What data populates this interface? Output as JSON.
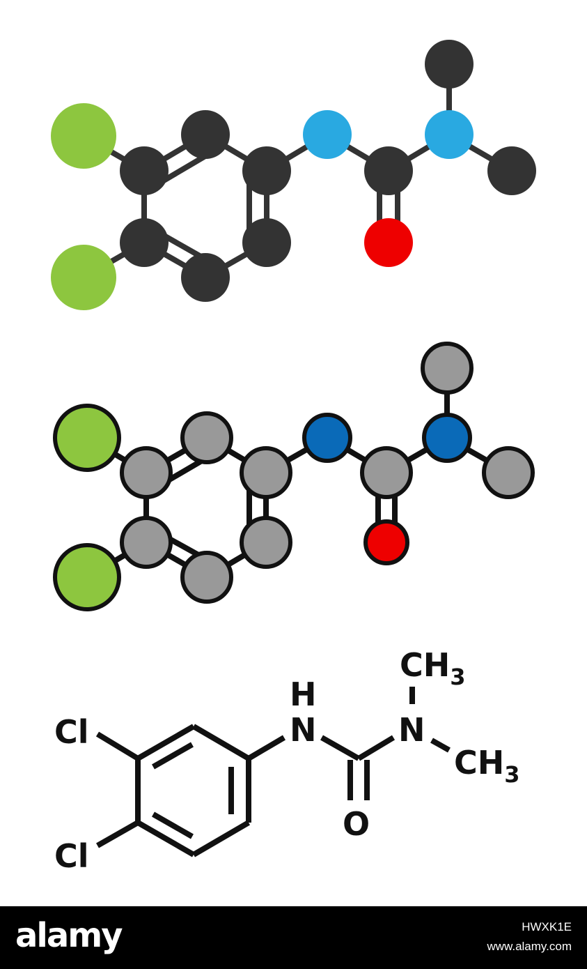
{
  "structure_labels": {
    "cl_top": "Cl",
    "cl_bottom": "Cl",
    "h": "H",
    "n_amide": "N",
    "n_dimethyl": "N",
    "o": "O",
    "ch3_top": "CH",
    "ch3_top_sub": "3",
    "ch3_right": "CH",
    "ch3_right_sub": "3"
  },
  "footer": {
    "logo": "alamy",
    "image_id": "HWXK1E",
    "url": "www.alamy.com"
  },
  "colors": {
    "carbon_dark": "#333333",
    "chlorine": "#8dc63f",
    "nitrogen_light": "#29a9e1",
    "oxygen": "#ee0000",
    "carbon_grey": "#999999",
    "nitrogen_dark": "#0a6ab8",
    "outline": "#111111"
  }
}
